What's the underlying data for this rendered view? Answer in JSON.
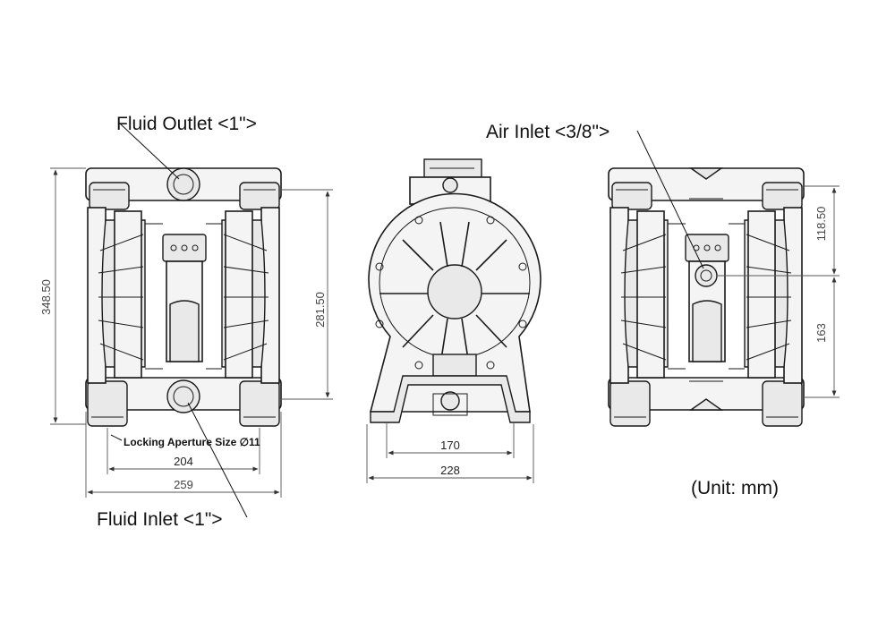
{
  "callouts": {
    "fluid_outlet": "Fluid Outlet <1\">",
    "air_inlet": "Air Inlet <3/8\">",
    "fluid_inlet": "Fluid Inlet <1\">",
    "locking_aperture": "Locking Aperture Size ∅11"
  },
  "dimensions": {
    "overall_height": "348.50",
    "port_height": "281.50",
    "mount_spacing": "204",
    "overall_width": "259",
    "front_mount": "170",
    "front_width": "228",
    "air_inlet_upper": "118.50",
    "air_inlet_lower": "163"
  },
  "unit_note": "(Unit: mm)"
}
